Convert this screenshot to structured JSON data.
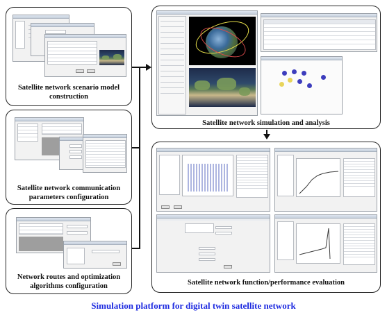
{
  "panels": {
    "scenario": {
      "caption_line1": "Satellite network scenario model",
      "caption_line2": "construction"
    },
    "communication": {
      "caption_line1": "Satellite network communication",
      "caption_line2": "parameters configuration"
    },
    "routing": {
      "caption_line1": "Network routes and optimization",
      "caption_line2": "algorithms configuration"
    },
    "simulation": {
      "caption": "Satellite network simulation and analysis"
    },
    "evaluation": {
      "caption": "Satellite network function/performance evaluation"
    }
  },
  "footer": {
    "title": "Simulation platform for digital twin satellite network"
  }
}
